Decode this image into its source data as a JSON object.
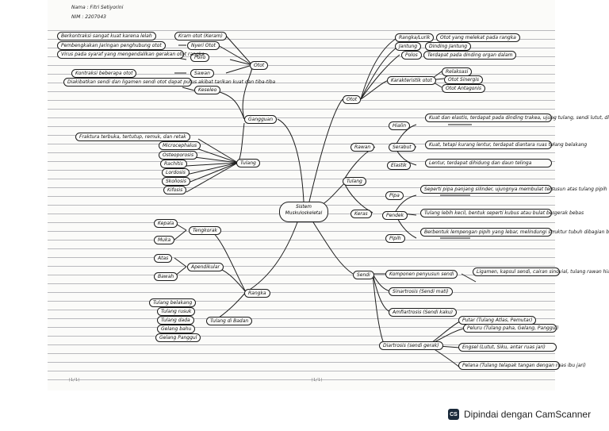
{
  "header": {
    "name": "Nama : Fitri Setiyorini",
    "nim": "NIM  : 2207043"
  },
  "center": "Sistem Muskuloskeletal",
  "branches": {
    "gangguan": "Gangguan",
    "otot": "Otot",
    "rangka": "Rangka",
    "tulang": "Tulang",
    "sendi": "Sendi"
  },
  "otot": {
    "types": [
      "Rangka/Lurik",
      "Jantung",
      "Polos"
    ],
    "type_desc": [
      "Otot yang melekat pada rangka",
      "Dinding Jantung",
      "Terdapat pada dinding organ dalam"
    ],
    "karakteristik": "Karakteristik otot",
    "karak_items": [
      "Relaksasi",
      "Otot Sinergis",
      "Otot Antagonis"
    ]
  },
  "gangguan": {
    "otot_node": "Otot",
    "items": [
      "Kram otot (Keram)",
      "Nyeri Otot",
      "Polio",
      "Sawan",
      "Keseleo"
    ],
    "desc": [
      "Berkontraksi sangat kuat karena lelah",
      "Pembengkakan Jaringan penghubung otot",
      "Virus pada syaraf yang mengendalikan gerakan otot rangka",
      "Kontraksi beberapa otot",
      "Diakibatkan sendi dan ligamen sendi otot dapat putus akibat tarikan kuat dan tiba-tiba"
    ],
    "tulang_node": "Tulang",
    "tulang_items": [
      "Fraktura terbuka, tertutup, remuk, dan retak",
      "Microcephalus",
      "Osteoporosis",
      "Rachitis",
      "Lordosis",
      "Skoliosis",
      "Kifosis"
    ]
  },
  "tulang": {
    "kinds": [
      "Rawan",
      "Keras"
    ],
    "rawan_sub": [
      "Hialin",
      "Serabut",
      "Elastik"
    ],
    "rawan_desc": [
      "Kuat dan elastis, terdapat pada dinding trakea, ujung tulang, sendi lutut, dll",
      "Kuat, tetapi kurang lentur, terdapat diantara ruas tulang belakang",
      "Lentur, terdapat dihidung dan daun telinga"
    ],
    "keras_sub": [
      "Pipa",
      "Pendek",
      "Pipih"
    ],
    "keras_desc": [
      "Seperti pipa panjang silinder, ujungnya membulat tersusun atas tulang pipih",
      "Tulang lebih kecil, bentuk seperti kubus atau bulat bergerak bebas",
      "Berbentuk lempengan pipih yang lebar, melindungi struktur tubuh dibagian bawahnya"
    ]
  },
  "rangka": {
    "groups": [
      "Tengkorak",
      "Apendikular",
      "Tulang di Badan"
    ],
    "tengkorak": [
      "Kepala",
      "Muka"
    ],
    "apendikular": [
      "Atas",
      "Bawah"
    ],
    "badan": [
      "Tulang belakang",
      "Tulang rusuk",
      "Tulang dada",
      "Gelang bahu",
      "Gelang Panggul"
    ]
  },
  "sendi": {
    "komponen": "Komponen penyusun sendi",
    "komponen_desc": "Ligamen, kapsul sendi, cairan sinovial, tulang rawan hialin",
    "types": [
      "Sinartrosis (Sendi mati)",
      "Amfiartrosis (Sendi kaku)",
      "Diartrosis (sendi gerak)"
    ],
    "diartrosis": [
      "Putar (Tulang Atlas, Pemutar)",
      "Peluru (Tulang paha, Gelang, Panggul)",
      "Engsel (Lutut, Siku, antar ruas jari)",
      "Pelana (Tulang telapak tangan dengan ruas ibu jari)"
    ]
  },
  "footer": {
    "left": "(1/1)",
    "mid": "(1/1)"
  },
  "scanner": "Dipindai dengan CamScanner"
}
